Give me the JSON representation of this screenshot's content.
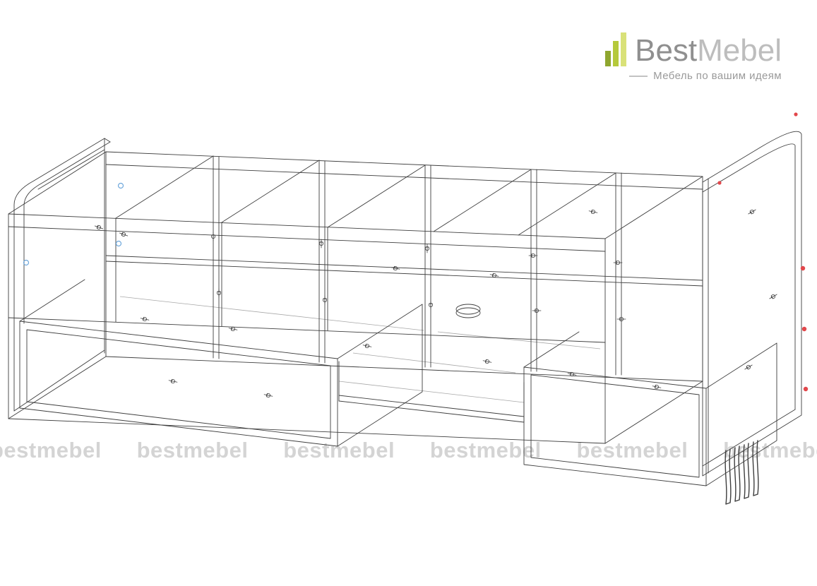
{
  "brand": {
    "name_part1": "Best",
    "name_part2": "Mebel",
    "tagline": "Мебель по вашим идеям",
    "logo_bar_colors": [
      "#8fa62f",
      "#b5c93b",
      "#d9e178"
    ],
    "name_color_primary": "#8f8f8f",
    "name_color_secondary": "#bdbdbd",
    "tagline_color": "#9a9a9a"
  },
  "watermark": {
    "text": "bestmebel",
    "color": "#d4d4d4",
    "instances": 6
  },
  "drawing": {
    "subject": "furniture-isometric-wireframe-with-two-pullout-drawers",
    "line_color": "#3e3e3e",
    "light_line_color": "#a8a8a8",
    "marker_red": "#e2474b",
    "marker_blue": "#6fa8dc"
  }
}
